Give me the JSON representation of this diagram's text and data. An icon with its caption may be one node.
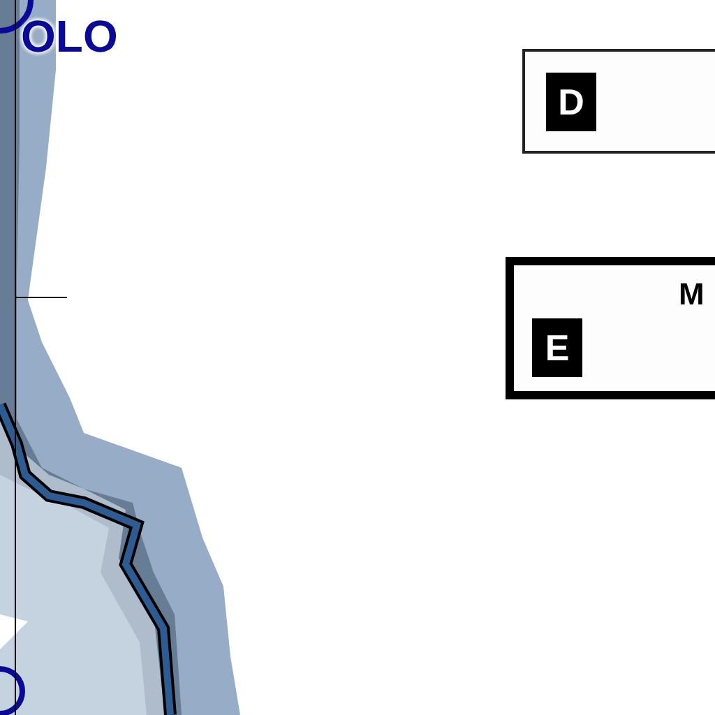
{
  "diagram": {
    "nodes": [
      {
        "text": [
          "D"
        ]
      },
      {
        "text": [
          "M",
          "E"
        ]
      }
    ],
    "labels": [
      "OLO"
    ]
  }
}
